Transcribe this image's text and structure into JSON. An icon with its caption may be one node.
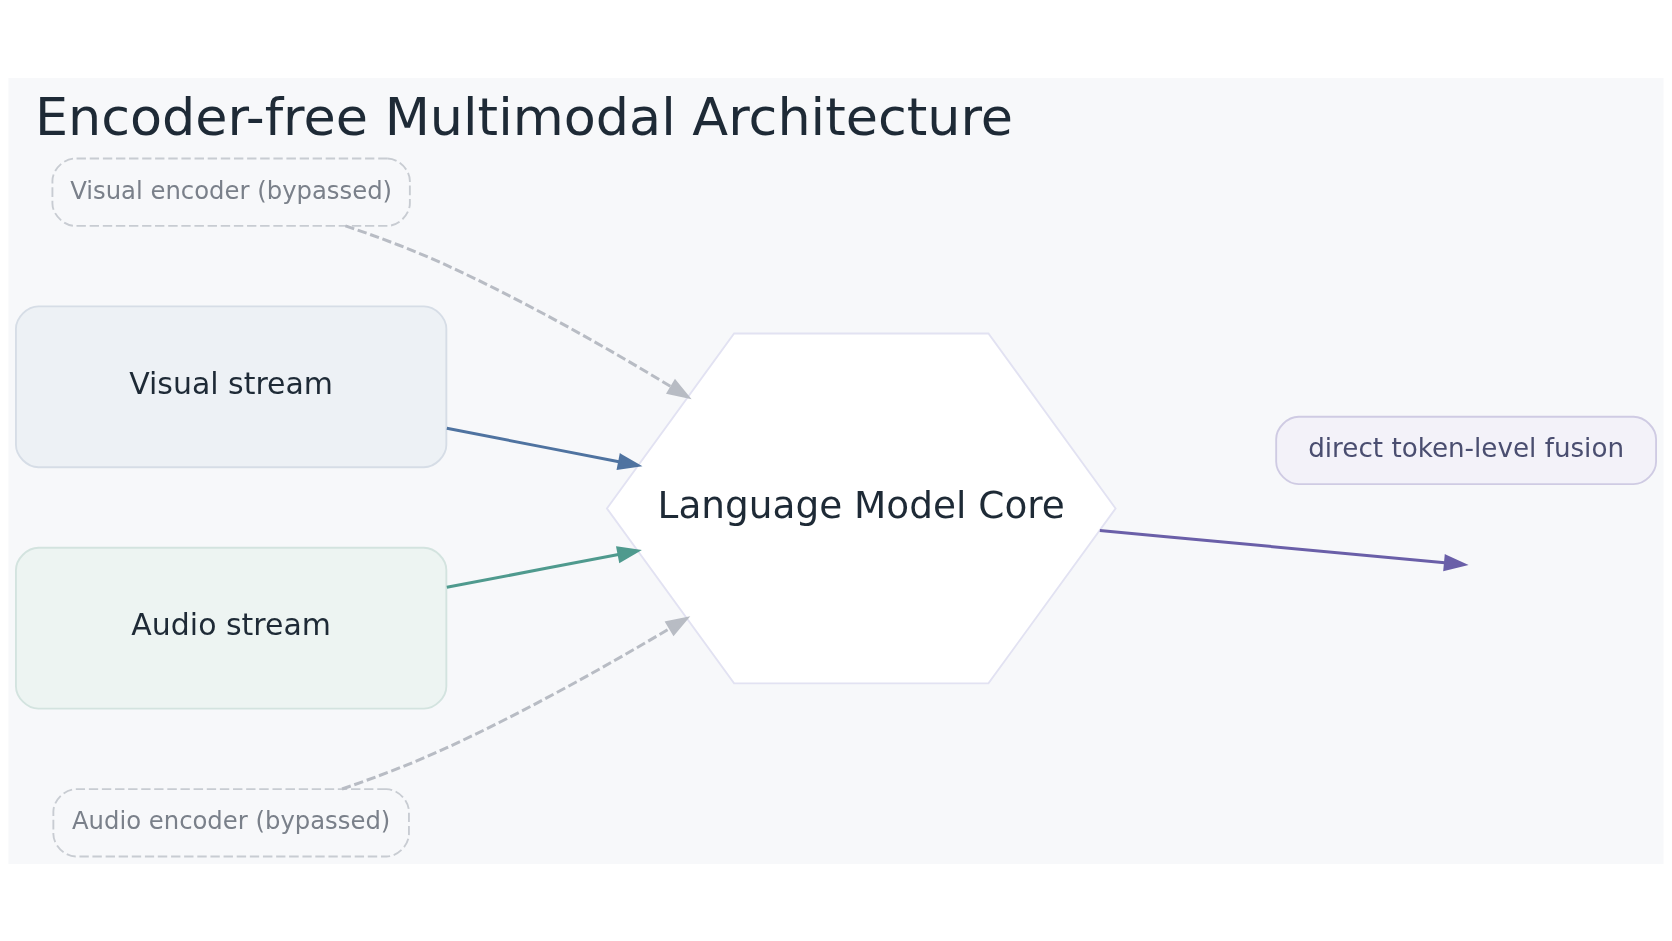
{
  "diagram": {
    "title": "Encoder-free Multimodal Architecture",
    "nodes": [
      {
        "text": [
          "Visual encoder (bypassed)"
        ]
      },
      {
        "text": [
          "Visual stream"
        ]
      },
      {
        "text": [
          "Audio stream"
        ]
      },
      {
        "text": [
          "Language Model Core"
        ]
      },
      {
        "text": [
          "Audio encoder (bypassed)"
        ]
      },
      {
        "text": [
          "direct token-level fusion"
        ]
      }
    ],
    "edges": [
      {
        "from": 0,
        "to": 3,
        "arrow": "to",
        "style": "dashed",
        "color": "#b8bcc4"
      },
      {
        "from": 1,
        "to": 3,
        "arrow": "to",
        "color": "#4f73a0"
      },
      {
        "from": 2,
        "to": 3,
        "arrow": "to",
        "color": "#4f9a8e"
      },
      {
        "from": 4,
        "to": 3,
        "arrow": "to",
        "style": "dashed",
        "color": "#b8bcc4"
      },
      {
        "from": 3,
        "to": null,
        "arrow": "to",
        "color": "#6a5fa8"
      }
    ]
  }
}
